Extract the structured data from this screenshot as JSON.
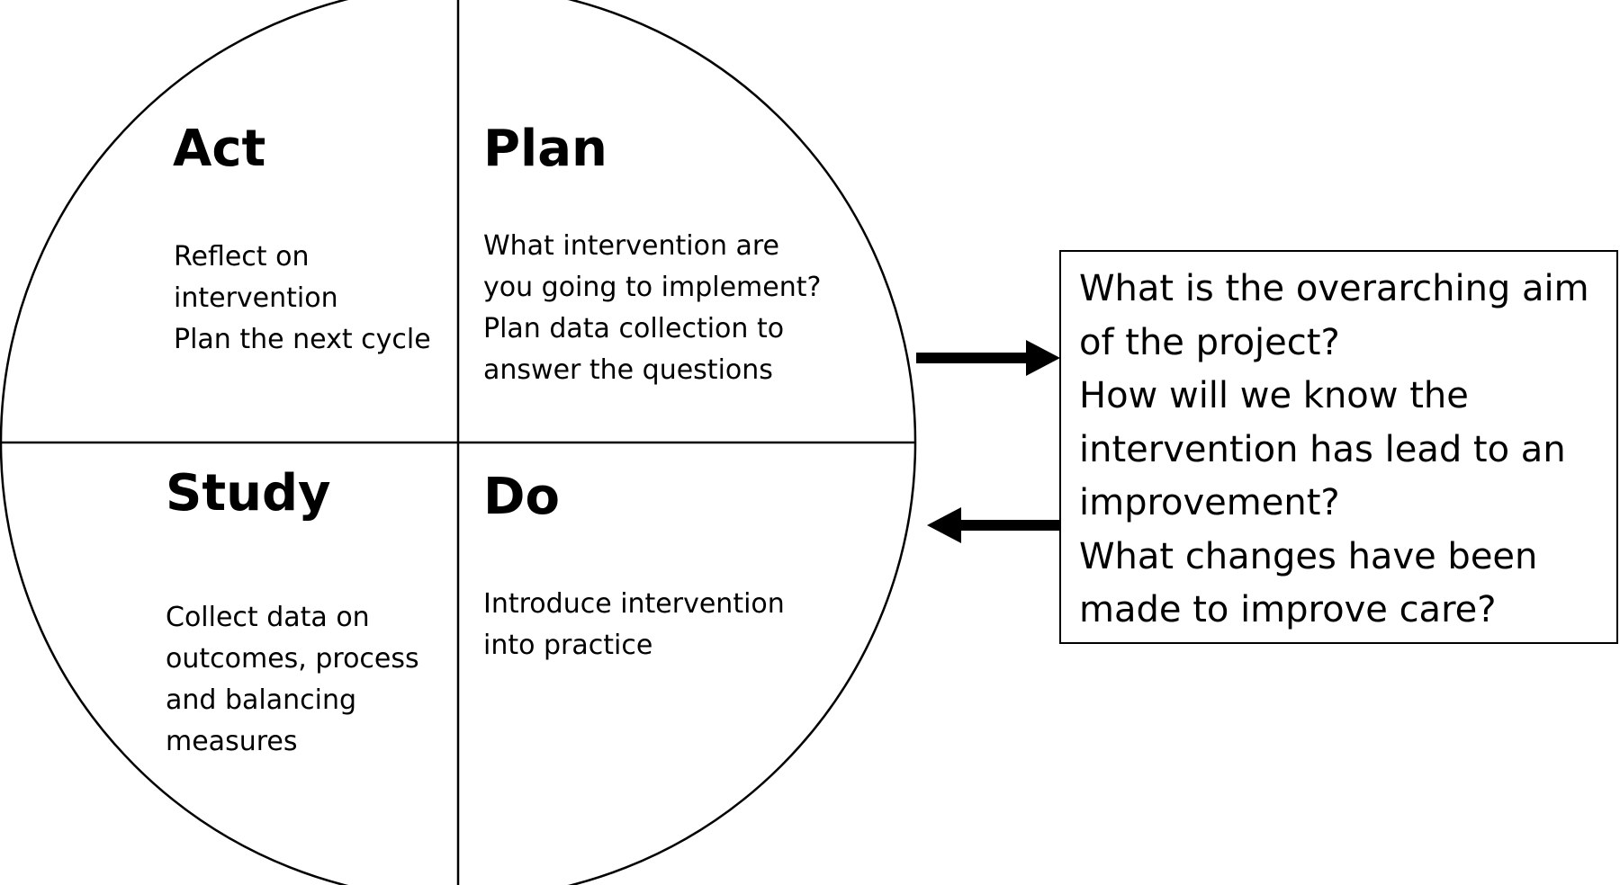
{
  "cycle": {
    "act": {
      "heading": "Act",
      "lines": [
        "Reflect on",
        "intervention",
        "Plan the next cycle"
      ]
    },
    "plan": {
      "heading": "Plan",
      "lines": [
        "What intervention are",
        "you going to implement?",
        "Plan data collection to",
        "answer the questions"
      ]
    },
    "study": {
      "heading": "Study",
      "lines": [
        "Collect data on",
        "outcomes, process",
        "and balancing",
        "measures"
      ]
    },
    "do": {
      "heading": "Do",
      "lines": [
        "Introduce intervention",
        "into practice"
      ]
    }
  },
  "questions": {
    "lines": [
      "What is the overarching aim",
      "of the project?",
      "How will we know the",
      "intervention has lead to an",
      "improvement?",
      "What changes have been",
      "made to improve care?"
    ]
  },
  "colors": {
    "stroke": "#000000",
    "background": "#ffffff",
    "text": "#000000"
  }
}
